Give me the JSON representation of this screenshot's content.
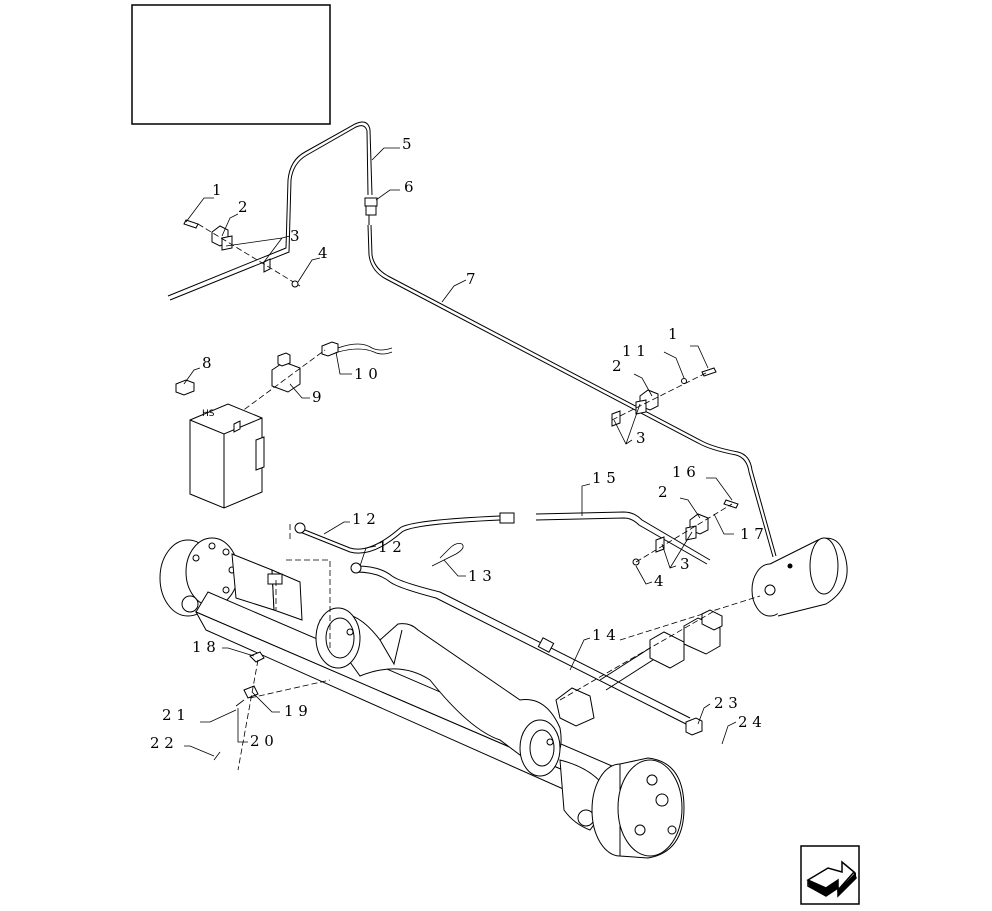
{
  "callouts": {
    "c1a": "1",
    "c2a": "2",
    "c3a": "3",
    "c4a": "4",
    "c5": "5",
    "c6": "6",
    "c7": "7",
    "c8": "8",
    "c9": "9",
    "c10": "1 0",
    "c1b": "1",
    "c11": "1 1",
    "c2b": "2",
    "c3b": "3",
    "c15": "1 5",
    "c16": "1 6",
    "c2c": "2",
    "c17": "1 7",
    "c12a": "1 2",
    "c12b": "1 2",
    "c13": "1 3",
    "c3c": "3",
    "c4b": "4",
    "c14": "1 4",
    "c18": "1 8",
    "c19": "1 9",
    "c21": "2 1",
    "c20": "2 0",
    "c22": "2 2",
    "c23": "2 3",
    "c24": "2 4"
  }
}
